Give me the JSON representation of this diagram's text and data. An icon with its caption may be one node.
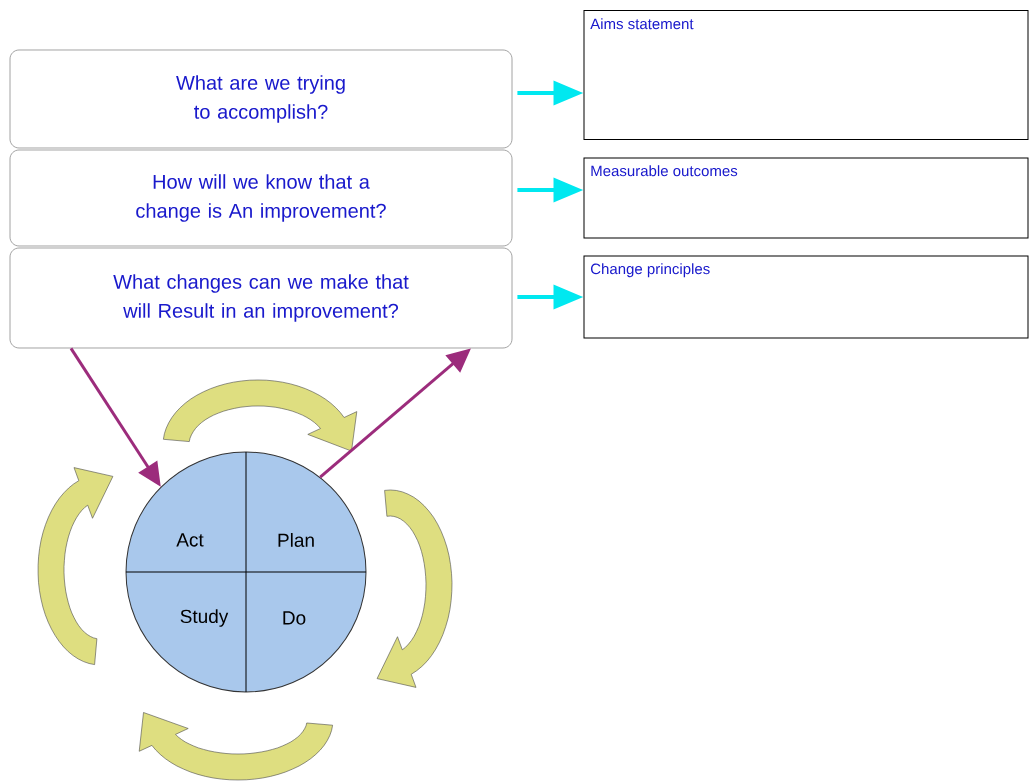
{
  "diagram": {
    "nodes": [
      {
        "text": [
          "What are we trying to accomplish?"
        ]
      },
      {
        "text": [
          "How will we know that a change is An improvement?"
        ]
      },
      {
        "text": [
          "What changes can we make that will Result in an improvement?"
        ]
      },
      {
        "text": [
          "Aims statement"
        ]
      },
      {
        "text": [
          "Measurable outcomes"
        ]
      },
      {
        "text": [
          "Change principles"
        ]
      },
      {
        "text": [],
        "shape": "circle"
      },
      {
        "text": [
          "Act"
        ],
        "in": 6
      },
      {
        "text": [
          "Plan"
        ],
        "in": 6
      },
      {
        "text": [
          "Study"
        ],
        "in": 6
      },
      {
        "text": [
          "Do"
        ],
        "in": 6
      }
    ],
    "edges": [
      {
        "from": 0,
        "to": 3,
        "arrow": "to"
      },
      {
        "from": 1,
        "to": 4,
        "arrow": "to"
      },
      {
        "from": 2,
        "to": 5,
        "arrow": "to"
      },
      {
        "from": 2,
        "to": 6,
        "arrow": "to",
        "color": "#9c2c7c"
      },
      {
        "from": 6,
        "to": 2,
        "arrow": "to",
        "color": "#9c2c7c"
      }
    ]
  }
}
